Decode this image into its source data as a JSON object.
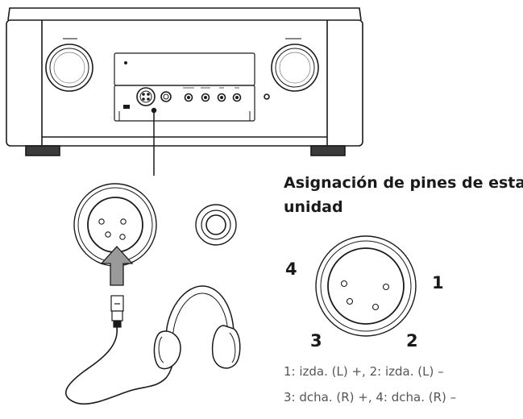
{
  "pin_assignment": {
    "title_line1": "Asignación de pines de esta",
    "title_line2": "unidad",
    "pins": {
      "p1": "1",
      "p2": "2",
      "p3": "3",
      "p4": "4"
    },
    "legend_line1": "1: izda. (L) +, 2: izda. (L) –",
    "legend_line2": "3: dcha. (R) +, 4: dcha. (R) –"
  },
  "colors": {
    "line": "#1a1a1a",
    "arrow_fill": "#9a9a9a",
    "text_muted": "#555555"
  }
}
